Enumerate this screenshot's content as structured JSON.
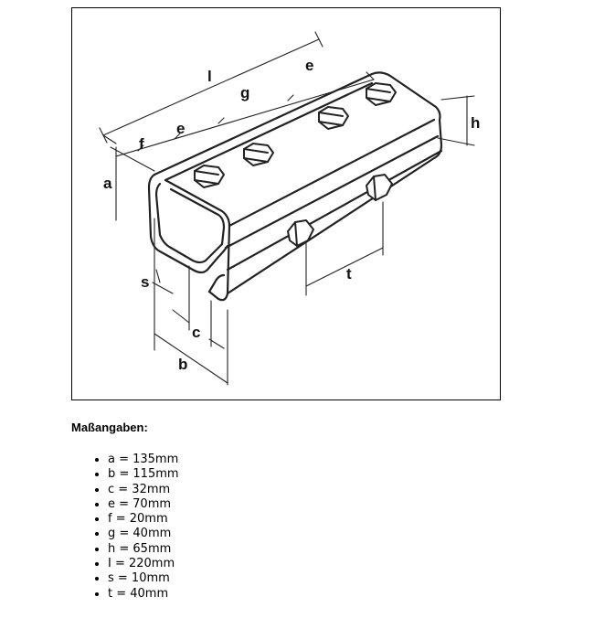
{
  "labels": {
    "l": "l",
    "e_top": "e",
    "g": "g",
    "e_left": "e",
    "f": "f",
    "a": "a",
    "h": "h",
    "s": "s",
    "c": "c",
    "b": "b",
    "t": "t"
  },
  "specs": {
    "heading": "Maßangaben:",
    "items": [
      "a = 135mm",
      "b = 115mm",
      "c = 32mm",
      "e = 70mm",
      "f = 20mm",
      "g = 40mm",
      "h = 65mm",
      "I = 220mm",
      "s = 10mm",
      "t = 40mm"
    ]
  }
}
